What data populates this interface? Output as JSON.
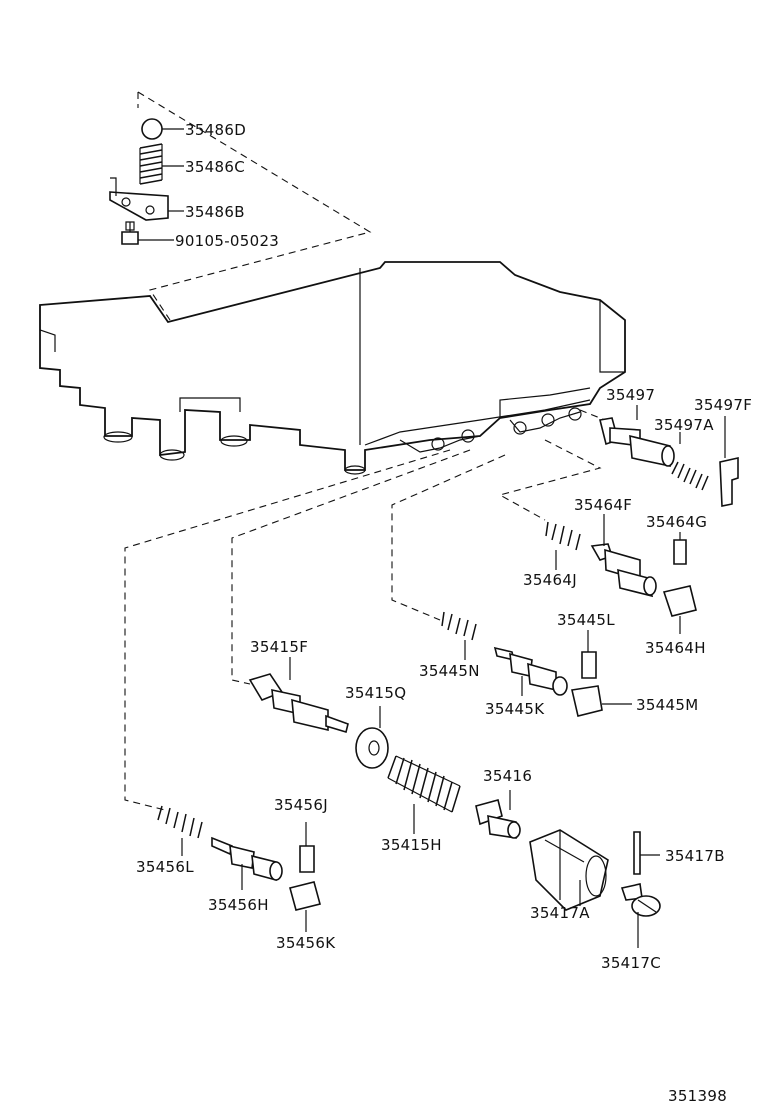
{
  "diagram": {
    "figure_number": "351398",
    "parts": [
      {
        "id": "35486D",
        "label": "35486D"
      },
      {
        "id": "35486C",
        "label": "35486C"
      },
      {
        "id": "35486B",
        "label": "35486B"
      },
      {
        "id": "90105-05023",
        "label": "90105-05023"
      },
      {
        "id": "35497",
        "label": "35497"
      },
      {
        "id": "35497F",
        "label": "35497F"
      },
      {
        "id": "35497A",
        "label": "35497A"
      },
      {
        "id": "35464F",
        "label": "35464F"
      },
      {
        "id": "35464G",
        "label": "35464G"
      },
      {
        "id": "35464J",
        "label": "35464J"
      },
      {
        "id": "35445L",
        "label": "35445L"
      },
      {
        "id": "35464H",
        "label": "35464H"
      },
      {
        "id": "35415F",
        "label": "35415F"
      },
      {
        "id": "35445N",
        "label": "35445N"
      },
      {
        "id": "35415Q",
        "label": "35415Q"
      },
      {
        "id": "35445K",
        "label": "35445K"
      },
      {
        "id": "35445M",
        "label": "35445M"
      },
      {
        "id": "35416",
        "label": "35416"
      },
      {
        "id": "35456J",
        "label": "35456J"
      },
      {
        "id": "35415H",
        "label": "35415H"
      },
      {
        "id": "35417B",
        "label": "35417B"
      },
      {
        "id": "35456L",
        "label": "35456L"
      },
      {
        "id": "35417A",
        "label": "35417A"
      },
      {
        "id": "35456H",
        "label": "35456H"
      },
      {
        "id": "35456K",
        "label": "35456K"
      },
      {
        "id": "35417C",
        "label": "35417C"
      }
    ]
  }
}
